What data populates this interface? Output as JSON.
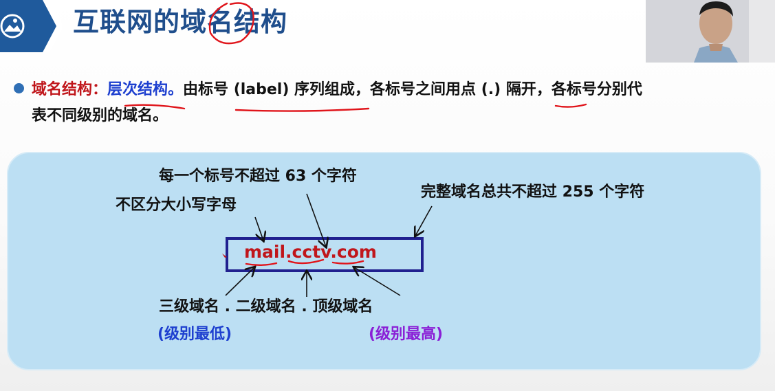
{
  "slide": {
    "title": "互联网的域名结构"
  },
  "bullet": {
    "lead": "域名结构：",
    "highlight": "层次结构。",
    "body_line1": "由标号 (label) 序列组成，各标号之间用点 (.) 隔开，各标号分别代",
    "body_line2": "表不同级别的域名。"
  },
  "diagram": {
    "per_label_rule": "每一个标号不超过 63 个字符",
    "case_rule": "不区分大小写字母",
    "total_rule": "完整域名总共不超过 255 个字符",
    "example_domain": "mail.cctv.com",
    "levels_row": "三级域名 . 二级域名 . 顶级域名",
    "lowest_note": "(级别最低)",
    "highest_note": "(级别最高)"
  },
  "colors": {
    "title": "#1f4e8c",
    "emphasis_red": "#c0161b",
    "emphasis_blue": "#1d3fcf",
    "emphasis_purple": "#8a1fd6",
    "panel_bg": "#bcdff3",
    "box_border": "#20208f"
  },
  "icons": [
    "image-icon",
    "chevron-right-icon"
  ]
}
